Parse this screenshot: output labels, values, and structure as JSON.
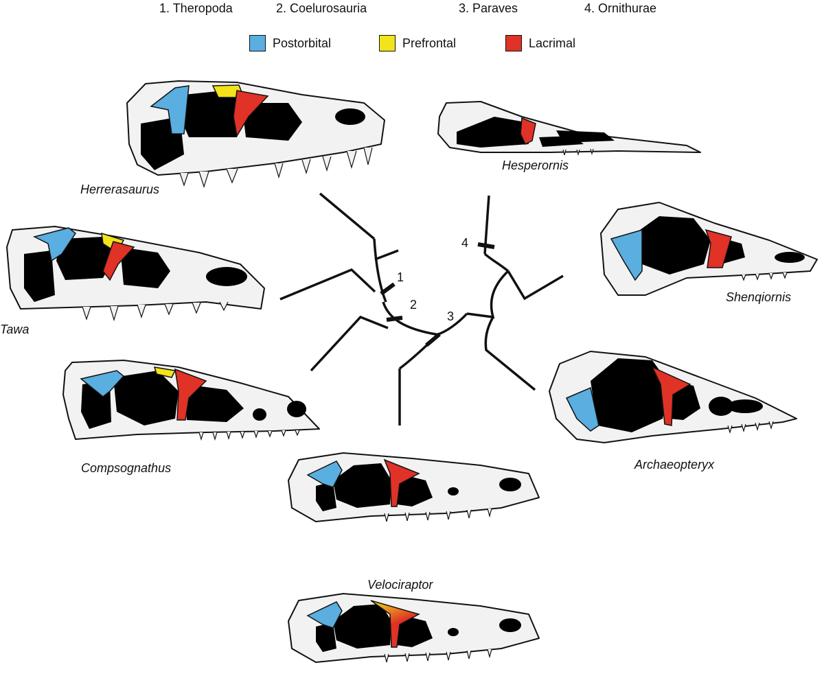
{
  "clades": [
    {
      "label": "1. Theropoda"
    },
    {
      "label": "2. Coelurosauria"
    },
    {
      "label": "3. Paraves"
    },
    {
      "label": "4. Ornithurae"
    }
  ],
  "legend": [
    {
      "label": "Postorbital",
      "color": "#5aaee0"
    },
    {
      "label": "Prefrontal",
      "color": "#f2e31a"
    },
    {
      "label": "Lacrimal",
      "color": "#e03226"
    }
  ],
  "taxa": [
    {
      "name": "Herrerasaurus"
    },
    {
      "name": "Tawa"
    },
    {
      "name": "Compsognathus"
    },
    {
      "name": "Velociraptor"
    },
    {
      "name": "Hesperornis"
    },
    {
      "name": "Shenqiornis"
    },
    {
      "name": "Archaeopteryx"
    }
  ],
  "node_labels": [
    "1",
    "2",
    "3",
    "4"
  ],
  "colors": {
    "bone": "#f2f2f2",
    "opening": "#000000",
    "outline": "#111111"
  }
}
